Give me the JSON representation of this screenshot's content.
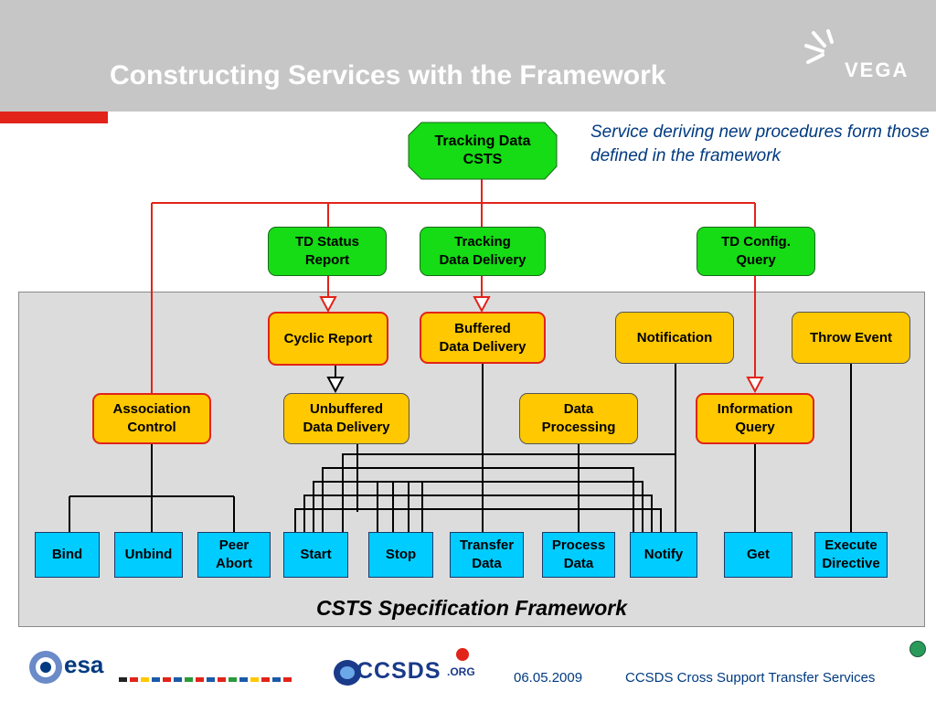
{
  "slide": {
    "title": "Constructing Services with the Framework",
    "subtitle": "Service deriving new procedures form those defined in the framework",
    "framework_label": "CSTS Specification Framework"
  },
  "logos": {
    "vega": "VEGA",
    "esa": "esa",
    "ccsds": "CCSDS",
    "ccsds_suffix": ".ORG"
  },
  "footer": {
    "date": "06.05.2009",
    "text": "CCSDS Cross Support Transfer Services"
  },
  "colors": {
    "header_gray": "#c6c6c6",
    "accent_red": "#e2231a",
    "derived_green": "#15dc15",
    "procedure_yellow": "#ffc800",
    "operation_cyan": "#00ccff",
    "connector_red": "#e2231a",
    "text_blue": "#003a80"
  },
  "diagram": {
    "service": {
      "label": "Tracking Data\nCSTS"
    },
    "derived_procedures": {
      "td_status_report": "TD Status\nReport",
      "tracking_data_delivery": "Tracking\nData Delivery",
      "td_config_query": "TD Config.\nQuery"
    },
    "framework_procedures": {
      "cyclic_report": "Cyclic Report",
      "buffered_data_delivery": "Buffered\nData Delivery",
      "notification": "Notification",
      "throw_event": "Throw Event",
      "association_control": "Association\nControl",
      "unbuffered_data_delivery": "Unbuffered\nData Delivery",
      "data_processing": "Data\nProcessing",
      "information_query": "Information\nQuery"
    },
    "operations": {
      "bind": "Bind",
      "unbind": "Unbind",
      "peer_abort": "Peer\nAbort",
      "start": "Start",
      "stop": "Stop",
      "transfer_data": "Transfer\nData",
      "process_data": "Process\nData",
      "notify": "Notify",
      "get": "Get",
      "execute_directive": "Execute\nDirective"
    }
  }
}
